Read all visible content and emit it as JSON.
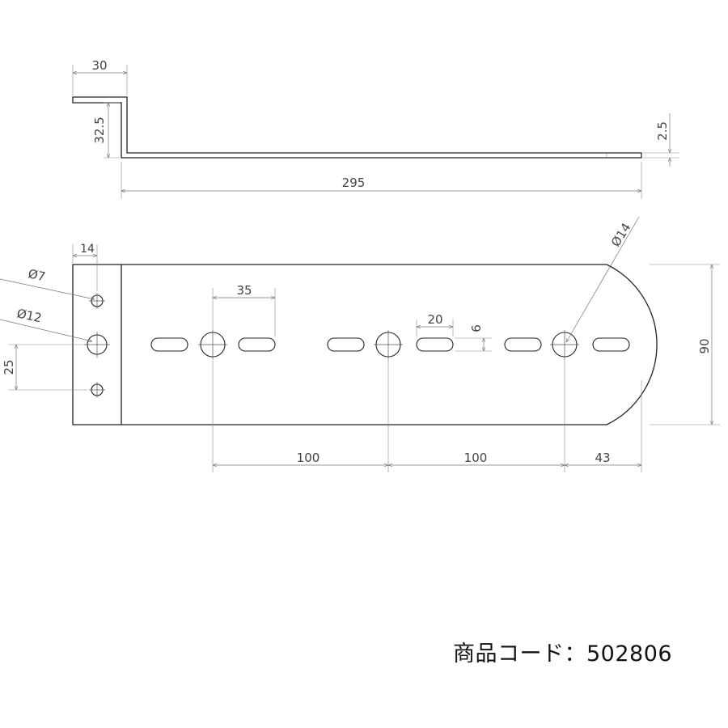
{
  "dimensions": {
    "side_width": "30",
    "side_height": "32.5",
    "thickness": "2.5",
    "total_length": "295",
    "edge_offset": "14",
    "small_hole": "Ø7",
    "large_hole": "Ø12",
    "small_hole_pitch": "25",
    "slot_span": "35",
    "slot_length": "20",
    "slot_width": "6",
    "main_hole": "Ø14",
    "plate_height": "90",
    "hole_pitch_1": "100",
    "hole_pitch_2": "100",
    "end_offset": "43"
  },
  "product": {
    "code_text": "商品コード：502806"
  },
  "colors": {
    "outline": "#222222",
    "dimension": "#777777",
    "text": "#444444"
  }
}
